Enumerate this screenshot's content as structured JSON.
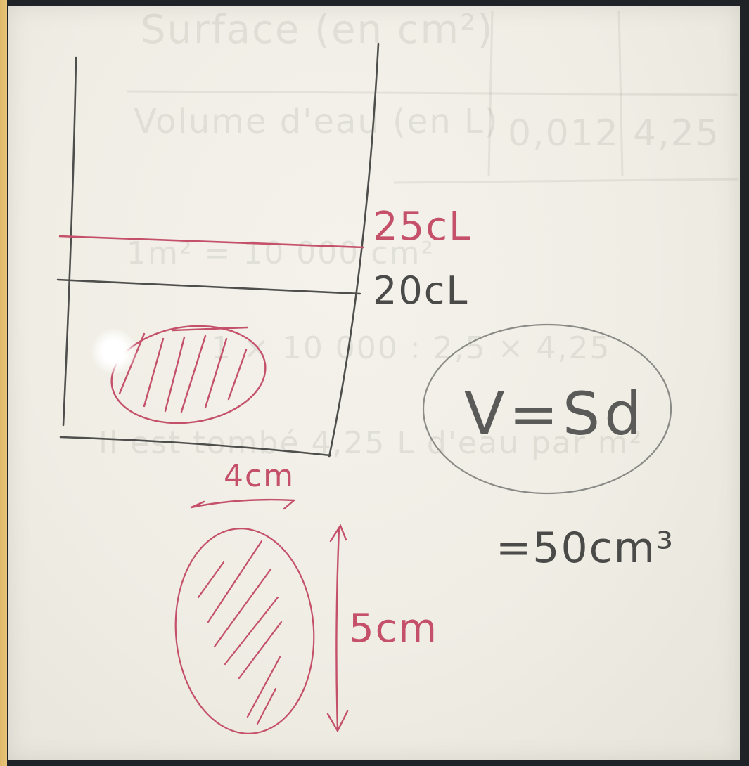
{
  "ghost_text": {
    "line1": "Surface (en cm²)",
    "line2": "Volume d'eau (en L)",
    "line2_value1": "0,012",
    "line2_value2": "4,25",
    "line3": "1m² = 10 000 cm²",
    "line4": "1 × 10 000 : 2,5 × 4,25",
    "line5": "Il est tombé 4,25 L d'eau par m²"
  },
  "labels": {
    "level_25": "25cL",
    "level_20": "20cL",
    "width": "4cm",
    "height": "5cm",
    "formula": "V=Sd",
    "result": "=50cm³"
  },
  "colors": {
    "red_marker": "#c4506a",
    "black_marker": "#4a4a48",
    "board": "#efede4"
  }
}
